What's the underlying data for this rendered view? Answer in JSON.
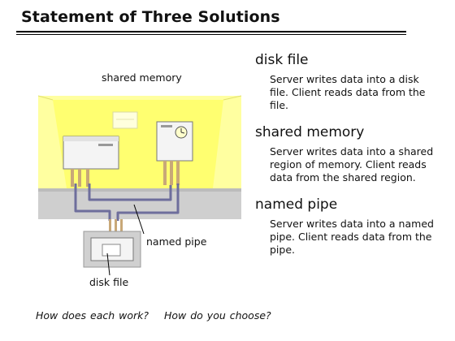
{
  "slide": {
    "title": "Statement of Three Solutions"
  },
  "diagram": {
    "shared_memory_label": "shared memory",
    "named_pipe_label": "named pipe",
    "disk_file_label": "disk file"
  },
  "solutions": [
    {
      "title": "disk file",
      "description": "Server writes data into a disk file.  Client reads data from the file."
    },
    {
      "title": "shared memory",
      "description": "Server writes data into a shared region of memory. Client reads data from the shared region."
    },
    {
      "title": "named pipe",
      "description": "Server writes data into a named pipe.  Client reads data from the pipe."
    }
  ],
  "footer": {
    "question1": "How does each work?",
    "question2": "How do you choose?"
  },
  "colors": {
    "wall": "#ffff99",
    "floor": "#cfcfcf",
    "pipe": "#6e6e9c"
  }
}
